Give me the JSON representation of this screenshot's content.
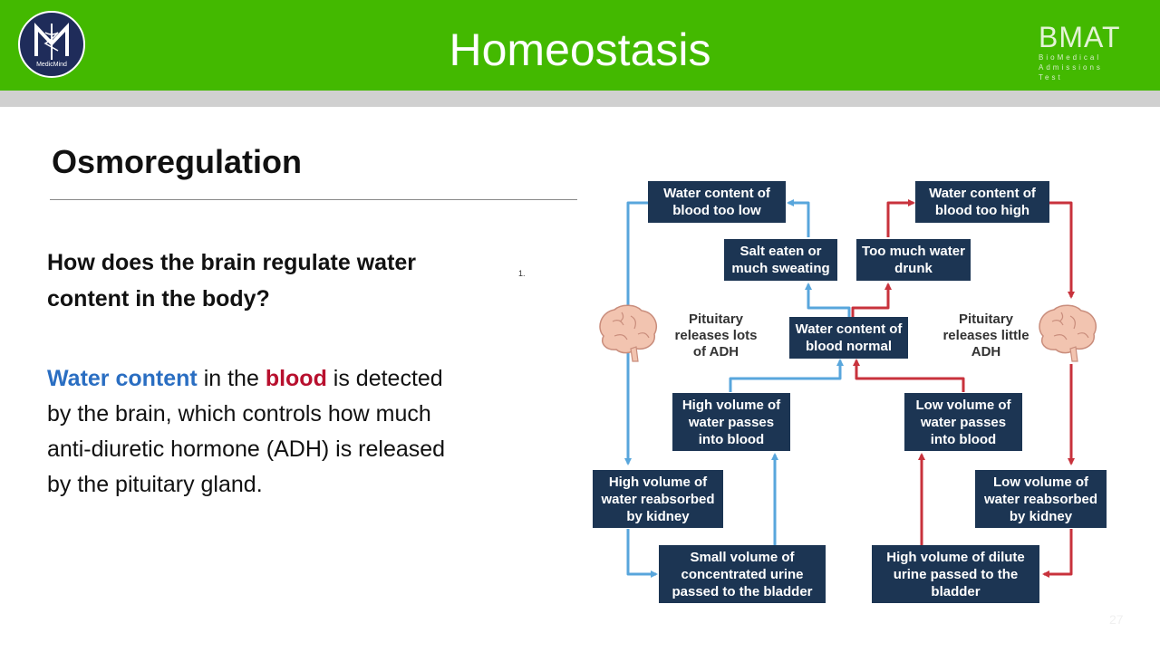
{
  "header": {
    "title": "Homeostasis",
    "logo_text": "MedicMind",
    "bmat_main": "BMAT",
    "bmat_sub1": "BioMedical",
    "bmat_sub2": "Admissions Test",
    "colors": {
      "header_green": "#43b900",
      "strip_grey": "#d0d0d0",
      "logo_navy": "#1f2c5a"
    }
  },
  "content": {
    "section_title": "Osmoregulation",
    "question": "How does the brain regulate water content in the body?",
    "para": {
      "t1": "Water content",
      "t2": " in the ",
      "t3": "blood",
      "t4": " is detected by the brain, which controls how much anti-diuretic hormone (ADH) is released by the pituitary gland."
    },
    "footnote": "1.",
    "slide_number": "27"
  },
  "diagram": {
    "boxes": {
      "too_low": "Water content of blood too low",
      "too_high": "Water content of blood too high",
      "salt": "Salt eaten or much sweating",
      "too_much_water": "Too much water drunk",
      "normal": "Water content of blood normal",
      "high_into_blood": "High volume of water passes into blood",
      "low_into_blood": "Low volume of water passes into blood",
      "high_reabsorbed": "High volume of water reabsorbed by kidney",
      "low_reabsorbed": "Low volume of water reabsorbed by kidney",
      "small_urine": "Small volume of concentrated urine passed to the bladder",
      "high_urine": "High volume of dilute urine passed to the bladder"
    },
    "left_label": "Pituitary releases lots of ADH",
    "right_label": "Pituitary releases little ADH",
    "colors": {
      "box": "#1c3553",
      "blue_arrow": "#58a6dc",
      "red_arrow": "#c8323c",
      "brain": "#f2c4b0"
    },
    "icons": [
      "brain-icon-left",
      "brain-icon-right"
    ]
  }
}
